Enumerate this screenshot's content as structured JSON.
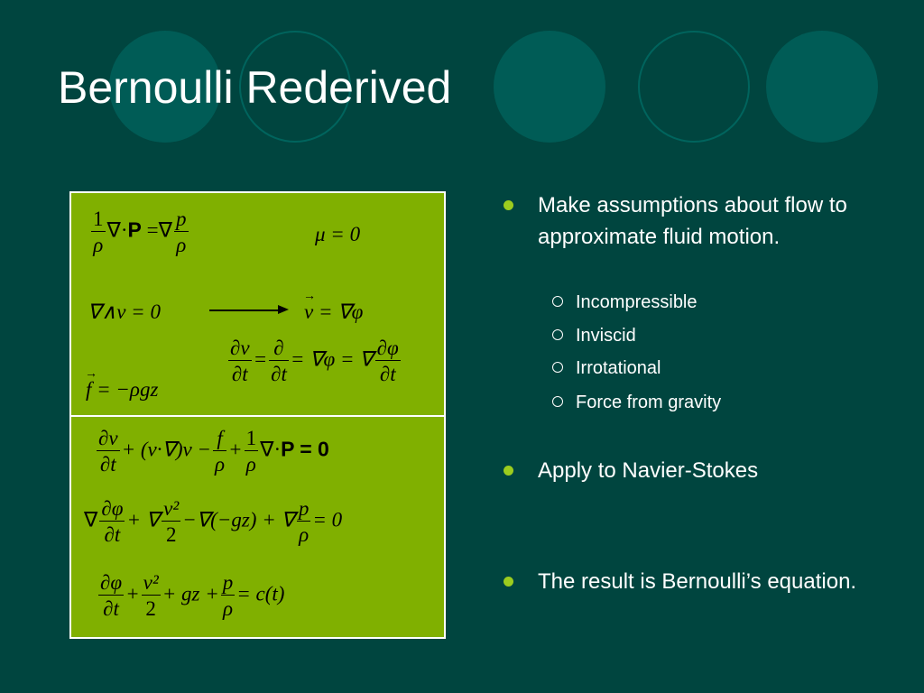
{
  "slide": {
    "title": "Bernoulli Rederived",
    "bullets": [
      {
        "text": "Make assumptions about flow to approximate fluid motion."
      },
      {
        "text": "Apply to Navier-Stokes"
      },
      {
        "text": "The result is Bernoulli’s equation."
      }
    ],
    "sub_bullets": [
      "Incompressible",
      "Inviscid",
      "Irrotational",
      "Force from gravity"
    ]
  },
  "equations": {
    "one": "1",
    "rho": "ρ",
    "p": "p",
    "nabla_dot_P": "∇·",
    "P": "P",
    "eq_nabla": "=∇",
    "mu_zero": "μ = 0",
    "curl_v_zero": "∇∧v = 0",
    "v_grad_phi": "= ∇φ",
    "v": "v",
    "dv": "∂v",
    "dt": "∂t",
    "partial": "∂",
    "dphi": "∂φ",
    "eq_grad_phi_eq_grad": "= ∇φ = ∇",
    "eq": "=",
    "f_eq": "= −ρgz",
    "f": "f",
    "plus_v_grad": "+ (v·∇)v −",
    "plus": "+",
    "grad_dot_P": "∇·",
    "eq_zero_bold": "= 0",
    "grad": "∇",
    "plus_grad": "+ ∇",
    "v2": "v²",
    "two": "2",
    "minus_grad_gz_plus_grad": "−∇(−gz) + ∇",
    "eq_zero": "= 0",
    "plus_gz_plus": "+ gz +",
    "eq_ct": "= c(t)"
  },
  "colors": {
    "background": "#00453f",
    "circle": "#005c56",
    "box": "#80b000",
    "bullet": "#9ccc1e"
  }
}
